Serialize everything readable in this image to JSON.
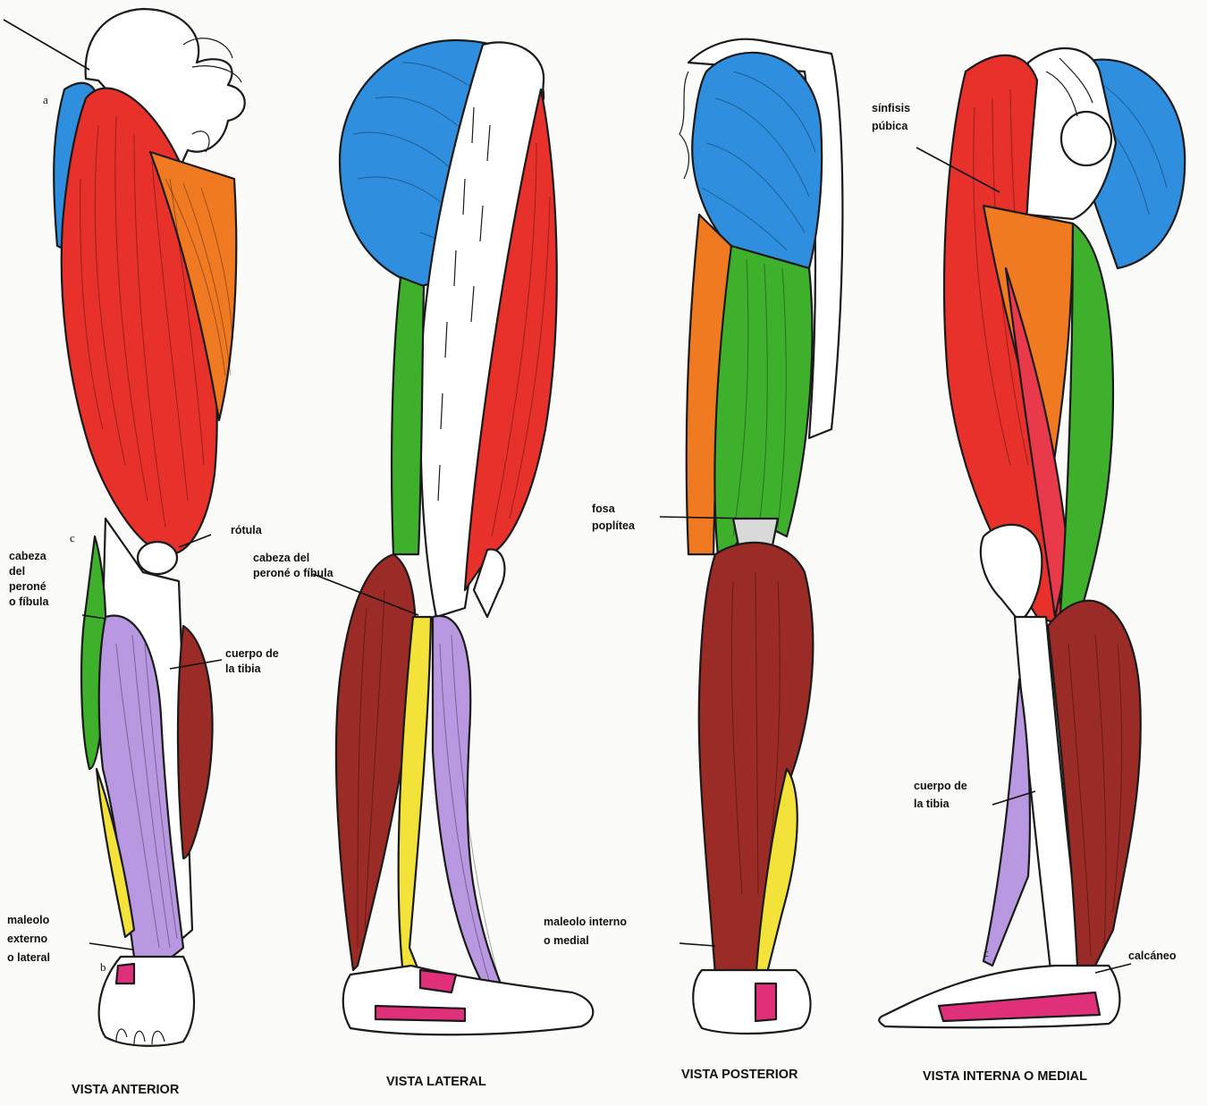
{
  "views": [
    {
      "caption": "VISTA ANTERIOR"
    },
    {
      "caption": "VISTA LATERAL"
    },
    {
      "caption": "VISTA POSTERIOR"
    },
    {
      "caption": "VISTA INTERNA O MEDIAL"
    }
  ],
  "labels": {
    "rotula": "rótula",
    "cabeza_perone_anterior": [
      "cabeza",
      "del",
      "peroné",
      "o fíbula"
    ],
    "cuerpo_tibia_anterior": [
      "cuerpo de",
      "la tibia"
    ],
    "maleolo_externo": [
      "maleolo",
      "externo",
      "o lateral"
    ],
    "cabeza_perone_lateral": [
      "cabeza del",
      "peroné o fíbula"
    ],
    "fosa_poplitea": [
      "fosa",
      "poplítea"
    ],
    "maleolo_interno": [
      "maleolo interno",
      "o medial"
    ],
    "sinfisis_pubica": [
      "sínfisis",
      "púbica"
    ],
    "cuerpo_tibia_medial": [
      "cuerpo de",
      "la tibia"
    ],
    "calcaneo": "calcáneo"
  },
  "letters": [
    "a",
    "c",
    "b",
    "c"
  ],
  "colors": {
    "gluteal": "#2f8fde",
    "quadriceps": "#e8312a",
    "adductor": "#f07a22",
    "hamstring": "#3fb02c",
    "calf": "#9a2b26",
    "anterior_leg": "#b898e0",
    "peroneal": "#f2e23a",
    "foot": "#e0307a",
    "bone": "#ffffff"
  }
}
